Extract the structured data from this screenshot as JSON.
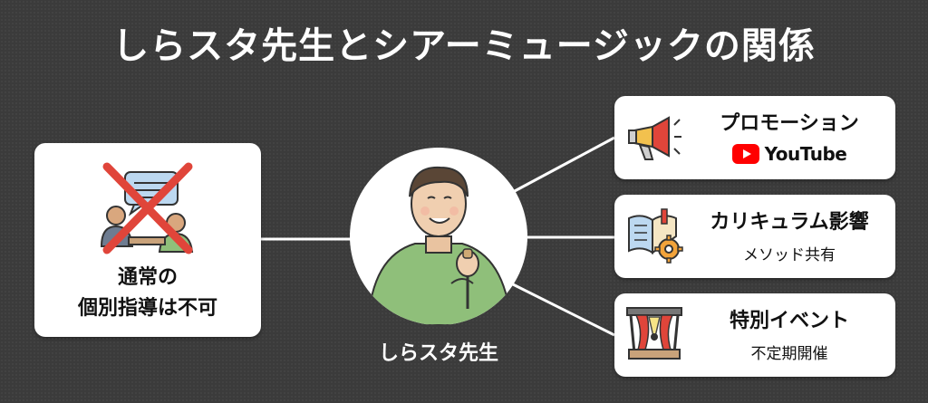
{
  "title": "しらスタ先生とシアーミュージックの関係",
  "left_card": {
    "line1": "通常の",
    "line2": "個別指導は不可"
  },
  "center": {
    "label": "しらスタ先生"
  },
  "right_cards": [
    {
      "label": "プロモーション",
      "sub": "YouTube",
      "icon": "megaphone-icon"
    },
    {
      "label": "カリキュラム影響",
      "sub": "メソッド共有",
      "icon": "book-gear-icon"
    },
    {
      "label": "特別イベント",
      "sub": "不定期開催",
      "icon": "stage-icon"
    }
  ],
  "colors": {
    "background": "#3b3b3b",
    "youtube_red": "#ff0000",
    "cross_red": "#e0453a",
    "shirt_green": "#8fbf7a",
    "connector": "#ffffff"
  }
}
